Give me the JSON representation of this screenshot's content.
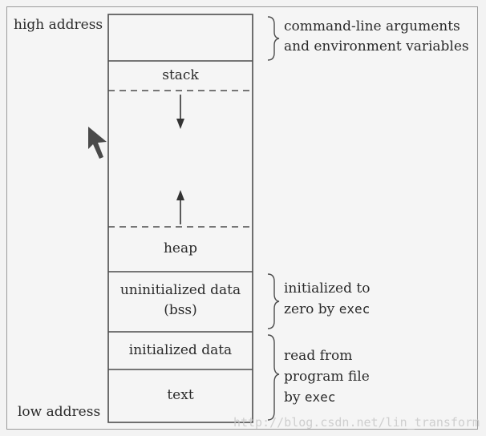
{
  "memory_layout": {
    "high_address": "high address",
    "low_address": "low address",
    "segments": {
      "stack": "stack",
      "heap": "heap",
      "bss_line1": "uninitialized data",
      "bss_line2": "(bss)",
      "initialized_data": "initialized data",
      "text": "text"
    },
    "annotations": {
      "args_line1": "command-line arguments",
      "args_line2": "and environment variables",
      "bss_note_line1": "initialized to",
      "bss_note_line2_prefix": "zero by ",
      "exec_keyword": "exec",
      "program_line1": "read from",
      "program_line2": "program file",
      "program_line3_prefix": "by "
    }
  },
  "watermark": "http://blog.csdn.net/lin_transform",
  "colors": {
    "background": "#f3f3f3",
    "stroke": "#4d4d4d",
    "text": "#2a2a2a",
    "cursor": "#4a4a4a"
  }
}
